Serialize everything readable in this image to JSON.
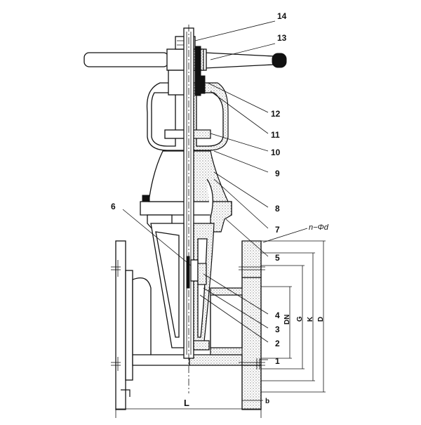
{
  "callouts": {
    "c1": "1",
    "c2": "2",
    "c3": "3",
    "c4": "4",
    "c5": "5",
    "c6": "6",
    "c7": "7",
    "c8": "8",
    "c9": "9",
    "c10": "10",
    "c11": "11",
    "c12": "12",
    "c13": "13",
    "c14": "14"
  },
  "dimensions": {
    "bolt_holes": "n−Φd",
    "length": "L",
    "flange_thickness": "b",
    "dn": "DN",
    "d_raised": "G",
    "k_pcd": "K",
    "d_outer": "D"
  }
}
